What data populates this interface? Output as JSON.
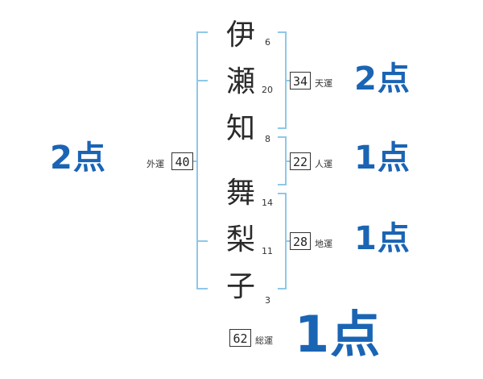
{
  "name_chars": [
    {
      "char": "伊",
      "strokes": "6"
    },
    {
      "char": "瀬",
      "strokes": "20"
    },
    {
      "char": "知",
      "strokes": "8"
    },
    {
      "char": "舞",
      "strokes": "14"
    },
    {
      "char": "梨",
      "strokes": "11"
    },
    {
      "char": "子",
      "strokes": "3"
    }
  ],
  "fortunes": {
    "tenkaku": {
      "value": "34",
      "label": "天運",
      "score": "2点"
    },
    "jinkaku": {
      "value": "22",
      "label": "人運",
      "score": "1点"
    },
    "chikaku": {
      "value": "28",
      "label": "地運",
      "score": "1点"
    },
    "gaikaku": {
      "value": "40",
      "label": "外運",
      "score": "2点"
    },
    "soukaku": {
      "value": "62",
      "label": "総運",
      "score": "1点"
    }
  },
  "colors": {
    "bracket": "#8ec8e8",
    "score": "#1a64b4"
  }
}
